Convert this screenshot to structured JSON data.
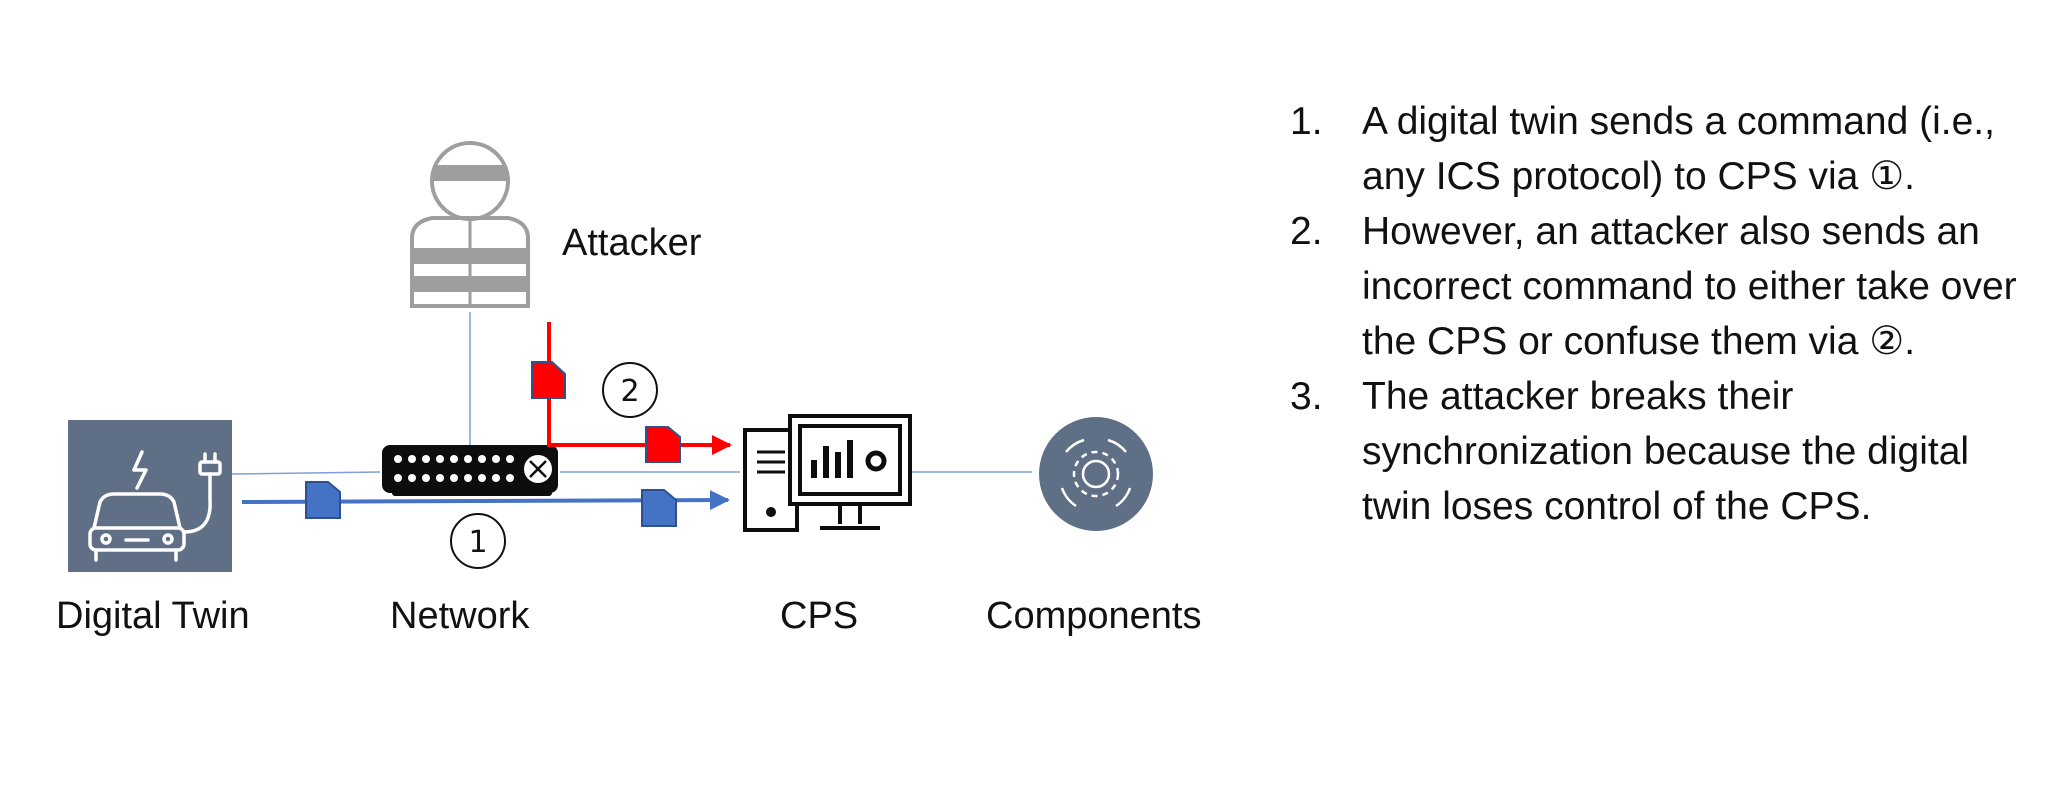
{
  "diagram": {
    "nodes": {
      "attacker": "Attacker",
      "digital_twin": "Digital Twin",
      "network": "Network",
      "cps": "CPS",
      "components": "Components"
    },
    "markers": {
      "one": "1",
      "two": "2"
    },
    "icons": {
      "attacker": "attacker-person-icon",
      "digital_twin": "ev-car-charging-icon",
      "network": "network-switch-icon",
      "cps": "computer-dashboard-icon",
      "components": "gear-cycle-icon",
      "packet": "packet-icon"
    },
    "colors": {
      "legitimate_path": "#4472c4",
      "attack_path": "#ff0000",
      "icon_tile": "#5f6f86",
      "thin_link": "#7da0d6"
    }
  },
  "steps": [
    {
      "num": "1.",
      "text": "A digital twin sends a command (i.e., any ICS protocol) to CPS via ①."
    },
    {
      "num": "2.",
      "text": "However, an attacker also sends an incorrect command to either take over the CPS or confuse them via ②."
    },
    {
      "num": "3.",
      "text": "The attacker breaks their synchronization because the digital twin loses control of the CPS."
    }
  ]
}
